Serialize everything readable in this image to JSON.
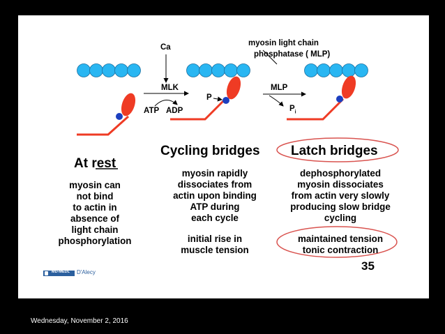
{
  "labels": {
    "ca": "Ca",
    "mlp_name": "myosin light chain",
    "mlp_name_2": "phosphatase ( MLP)",
    "mlk": "MLK",
    "atp": "ATP",
    "adp": "ADP",
    "p": "P",
    "mlp": "MLP",
    "pi_base": "P",
    "pi_sub": "i"
  },
  "sections": {
    "rest": {
      "title": "At rest",
      "lines": [
        "myosin can",
        "not bind",
        "to actin in",
        "absence of",
        "light chain",
        "phosphorylation"
      ]
    },
    "cycling": {
      "title": "Cycling bridges",
      "lines": [
        "myosin rapidly",
        "dissociates from",
        "actin upon binding",
        "ATP during",
        "each cycle"
      ],
      "lines2": [
        "initial rise in",
        "muscle tension"
      ]
    },
    "latch": {
      "title": "Latch bridges",
      "lines": [
        "dephosphorylated",
        "myosin dissociates",
        "from actin very slowly",
        "producing slow bridge",
        "cycling"
      ],
      "lines2": [
        "maintained tension",
        "tonic contraction"
      ]
    }
  },
  "slide_number": "35",
  "logo_text": "MD-MEDL",
  "credit": "D'Alecy",
  "footer_date": "Wednesday, November 2, 2016",
  "colors": {
    "actin": "#29b6f2",
    "myosin": "#ef3b24",
    "phosphate": "#1c3fbf",
    "ellipse": "#d9534f",
    "background": "#000000",
    "slide": "#ffffff"
  }
}
